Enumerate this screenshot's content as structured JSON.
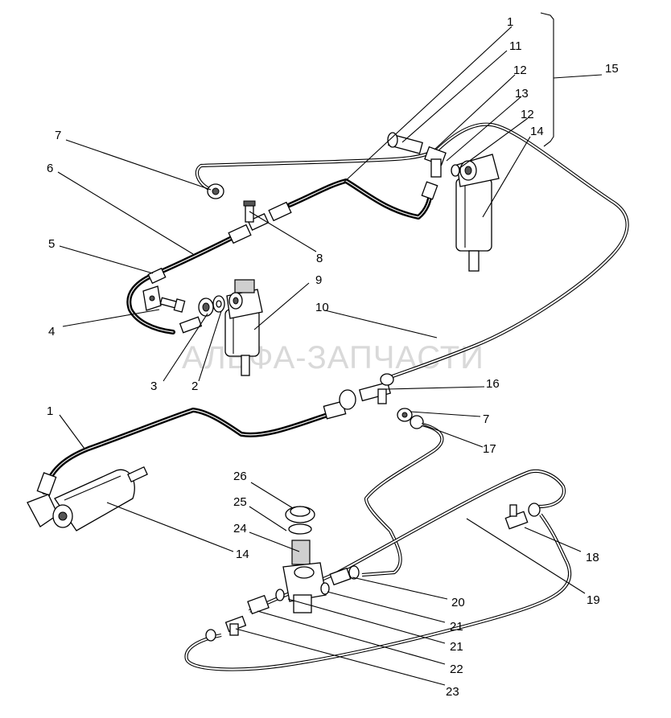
{
  "watermark": "АЛЬФА-ЗАПЧАСТИ",
  "callouts": [
    {
      "id": "c1a",
      "text": "1"
    },
    {
      "id": "c11",
      "text": "11"
    },
    {
      "id": "c12a",
      "text": "12"
    },
    {
      "id": "c13",
      "text": "13"
    },
    {
      "id": "c12b",
      "text": "12"
    },
    {
      "id": "c14a",
      "text": "14"
    },
    {
      "id": "c15",
      "text": "15"
    },
    {
      "id": "c7a",
      "text": "7"
    },
    {
      "id": "c6",
      "text": "6"
    },
    {
      "id": "c5",
      "text": "5"
    },
    {
      "id": "c8",
      "text": "8"
    },
    {
      "id": "c9",
      "text": "9"
    },
    {
      "id": "c10",
      "text": "10"
    },
    {
      "id": "c4",
      "text": "4"
    },
    {
      "id": "c3",
      "text": "3"
    },
    {
      "id": "c2",
      "text": "2"
    },
    {
      "id": "c16",
      "text": "16"
    },
    {
      "id": "c1b",
      "text": "1"
    },
    {
      "id": "c7b",
      "text": "7"
    },
    {
      "id": "c17",
      "text": "17"
    },
    {
      "id": "c26",
      "text": "26"
    },
    {
      "id": "c25",
      "text": "25"
    },
    {
      "id": "c24",
      "text": "24"
    },
    {
      "id": "c14b",
      "text": "14"
    },
    {
      "id": "c18",
      "text": "18"
    },
    {
      "id": "c20",
      "text": "20"
    },
    {
      "id": "c19",
      "text": "19"
    },
    {
      "id": "c21a",
      "text": "21"
    },
    {
      "id": "c21b",
      "text": "21"
    },
    {
      "id": "c22",
      "text": "22"
    },
    {
      "id": "c23",
      "text": "23"
    }
  ]
}
